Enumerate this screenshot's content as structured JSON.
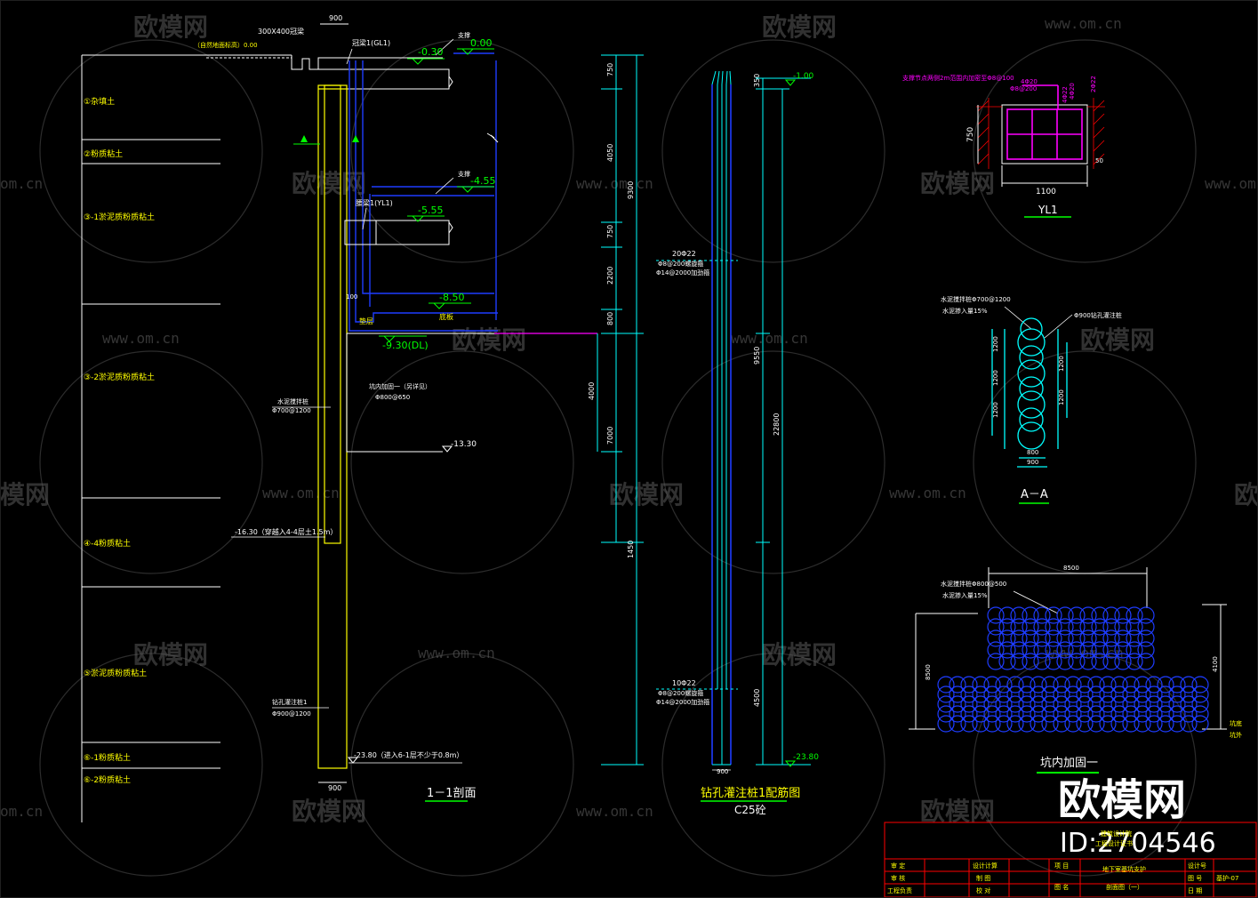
{
  "colors": {
    "background": "#000000",
    "yellow": "#ffff00",
    "cyan": "#00ffff",
    "green": "#00ff00",
    "blue": "#1e3cff",
    "magenta": "#ff00ff",
    "white": "#ffffff",
    "red": "#ff0000",
    "watermark": "#5a5a5a"
  },
  "watermark": {
    "brand": "欧模网",
    "url": "www.om.cn",
    "url_partial": "om.cn",
    "brand_partial": "模网",
    "big_brand": "欧模网",
    "id_text": "ID:2704546"
  },
  "section_1_1": {
    "top_label": "300X400冠梁",
    "ground_note": "（自然地面标高）0.00",
    "width_top": "900",
    "width_bottom": "900",
    "beam_label": "冠梁1(GL1)",
    "strut_label": "腰梁1(YL1)",
    "support_label_1": "支撑",
    "support_label_2": "支撑",
    "elev_000": "0.00",
    "elev_030": "-0.30",
    "elev_455": "-4.55",
    "elev_555": "-5.55",
    "elev_850": "-8.50",
    "elev_930": "-9.30(DL)",
    "elev_1330": "-13.30",
    "elev_1630": "-16.30（穿越入4-4层土1.5m）",
    "elev_2380": "-23.80（进入6-1层不少于0.8m）",
    "dim_100": "100",
    "floor_label": "底板",
    "cushion_label": "垫层",
    "pit_label": "坑内加固一（另详见）",
    "pit_spec": "Φ800@650",
    "mixing_label": "水泥搅拌桩",
    "mixing_spec": "Φ700@1200",
    "bored_label": "钻孔灌注桩1",
    "bored_spec": "Φ900@1200",
    "title": "1－1剖面"
  },
  "soil_layers": [
    "①杂填土",
    "②粉质粘土",
    "③-1淤泥质粉质粘土",
    "③-2淤泥质粉质粘土",
    "④-4粉质粘土",
    "⑤淤泥质粉质粘土",
    "⑥-1粉质粘土",
    "⑥-2粉质粘土"
  ],
  "dims_1_1": [
    "750",
    "4050",
    "750",
    "2200",
    "800",
    "9300",
    "4000",
    "7000",
    "1450"
  ],
  "pile_rebar": {
    "top_elev": "-1.00",
    "bottom_elev": "-23.80",
    "dims": [
      "350",
      "9550",
      "22800",
      "4500"
    ],
    "rebar_upper_1": "20Φ22",
    "rebar_upper_2": "Φ8@200螺旋箍",
    "rebar_upper_3": "Φ14@2000加劲箍",
    "rebar_lower_1": "10Φ22",
    "rebar_lower_2": "Φ8@200螺旋箍",
    "rebar_lower_3": "Φ14@2000加劲箍",
    "width": "900",
    "title": "钻孔灌注桩1配筋图",
    "subtitle": "C25砼"
  },
  "yl1": {
    "note": "支撑节点两侧2m范围内加密至Φ8@100",
    "rebar_1": "4Φ20",
    "rebar_2": "Φ8@200",
    "rebar_3": "4Φ20",
    "rebar_4": "2Φ22",
    "rebar_5": "4Φ22",
    "height": "750",
    "width": "1100",
    "cover": "50",
    "title": "YL1"
  },
  "section_a_a": {
    "note_1": "水泥搅拌桩Φ700@1200",
    "note_2": "水泥掺入量15%",
    "note_3": "Φ900钻孔灌注桩",
    "dims_left": [
      "1200",
      "1200",
      "1200"
    ],
    "dims_right": [
      "1200",
      "1200"
    ],
    "dim_800": "800",
    "dim_900": "900",
    "title": "A－A"
  },
  "pit_reinforce": {
    "note_1": "水泥搅拌桩Φ800@500",
    "note_2": "水泥掺入量15%",
    "width": "8500",
    "height_left": "8500",
    "height_right": "4100",
    "right_note_1": "坑底",
    "right_note_2": "坑外",
    "title": "坑内加固一"
  },
  "title_block": {
    "company": "建筑设计院",
    "company_2": "工程设计证书",
    "cells": [
      "审 定",
      "设计计算",
      "项 目",
      "地下室基坑支护",
      "设计号",
      "审 核",
      "制 图",
      "图 号",
      "基护-07",
      "工程负责",
      "校 对",
      "图 名",
      "剖面图（一）",
      "日 期"
    ]
  }
}
